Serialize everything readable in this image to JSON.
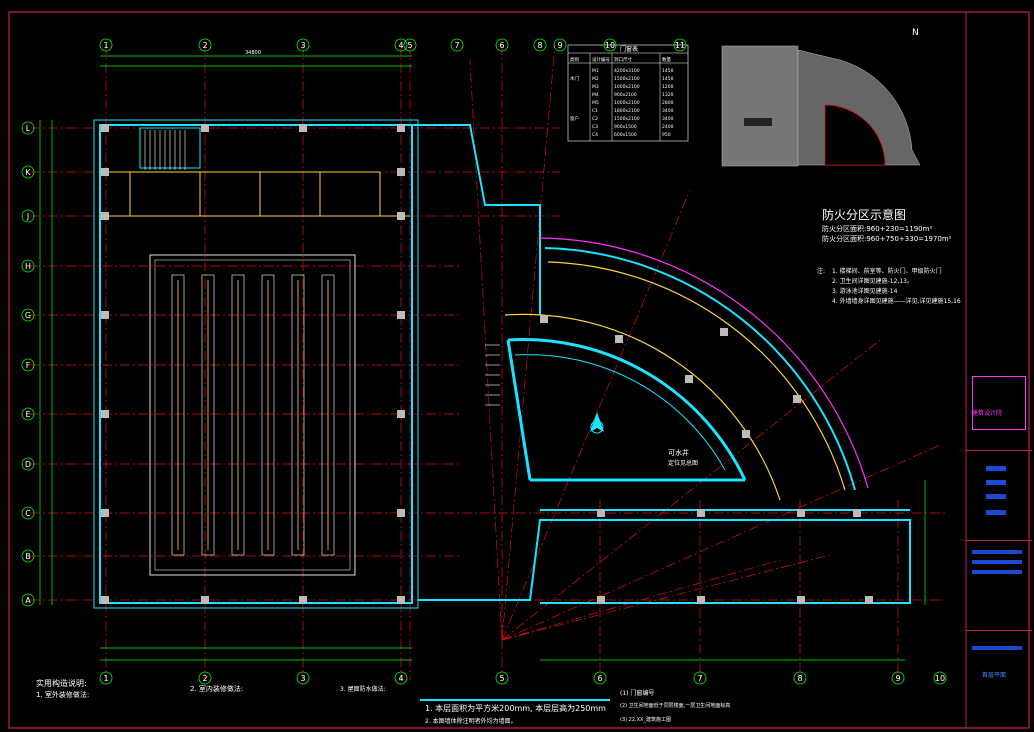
{
  "drawing": {
    "fire_zone_title": "防火分区示意图",
    "fire_zone_line1": "防火分区面积:960+230=1190m²",
    "fire_zone_line2": "防火分区面积:960+750+330=1970m²",
    "north": "N",
    "water_room_label": "可水井",
    "water_room_sub": "定位见总图",
    "dim_total": "34800",
    "notes_title": "注:",
    "notes": [
      "1. 楼梯间、前室等、防火门、甲级防火门",
      "2. 卫生间详图见建施-12,13。",
      "3. 游泳池详图见建施-14",
      "4. 外墙墙身详图见建施——详见,详见建施15,16"
    ],
    "bottom_left_title": "实用构造说明:",
    "bottom_left_1": "1. 室外装修做法:",
    "bottom_left_2": "2. 室内装修做法:",
    "bottom_left_3": "3. 屋面防水做法:",
    "bottom_center_1": "1. 本层面积为平方米200mm, 本层层高为250mm",
    "bottom_center_2": "2. 本图墙体除注明者外均为墙面。",
    "bottom_right_1": "(1) 门窗编号",
    "bottom_right_2": "(2) 卫生间地面低于同层楼面,一层卫生间地面标高",
    "bottom_right_3": "(3) 22.XX_建筑施工图",
    "logo_text": "建筑设计院",
    "title_label": "首层平面"
  },
  "axis_top": [
    "1",
    "2",
    "3",
    "4",
    "5",
    "7",
    "6",
    "8",
    "9",
    "10",
    "11"
  ],
  "axis_left": [
    "L",
    "K",
    "J",
    "H",
    "G",
    "F",
    "E",
    "D",
    "C",
    "B",
    "A"
  ],
  "axis_bottom": [
    "1",
    "2",
    "3",
    "4",
    "5",
    "6",
    "7",
    "8",
    "9",
    "10"
  ],
  "schedule_title": "门窗表",
  "schedule_headers": [
    "类别",
    "设计编号",
    "洞口尺寸",
    "数量"
  ],
  "schedule_rows": [
    [
      "",
      "M1",
      "4200x3100",
      "1450"
    ],
    [
      "木门",
      "M2",
      "1500x2100",
      "1450"
    ],
    [
      "",
      "M3",
      "1000x2100",
      "1200"
    ],
    [
      "",
      "M4",
      "900x2100",
      "1320"
    ],
    [
      "",
      "M5",
      "1000x2100",
      "2800"
    ],
    [
      "",
      "C1",
      "1800x2100",
      "3400"
    ],
    [
      "窗户",
      "C2",
      "1500x2100",
      "3400"
    ],
    [
      "",
      "C3",
      "900x1500",
      "2400"
    ],
    [
      "",
      "C4",
      "600x1500",
      "950"
    ]
  ]
}
